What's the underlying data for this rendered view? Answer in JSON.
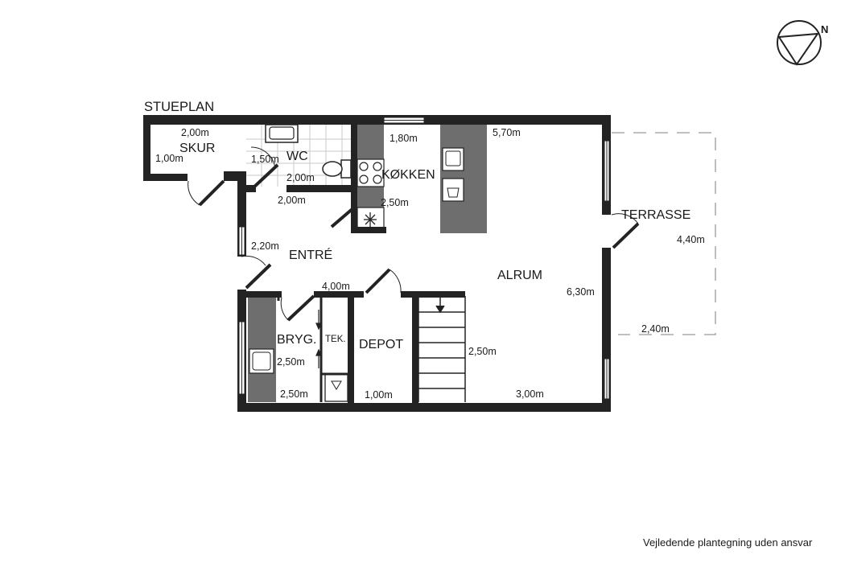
{
  "plan_title": "STUEPLAN",
  "disclaimer": "Vejledende plantegning uden ansvar",
  "compass_label": "N",
  "colors": {
    "wall": "#232323",
    "counter": "#6e6e6e",
    "tile_line": "#c8c8c8",
    "window": "#ffffff"
  },
  "rooms": {
    "skur": "SKUR",
    "wc": "WC",
    "kokken": "KØKKEN",
    "entre": "ENTRÉ",
    "alrum": "ALRUM",
    "terrasse": "TERRASSE",
    "bryg": "BRYG.",
    "tek": "TEK.",
    "depot": "DEPOT"
  },
  "dimensions": {
    "skur_w": "2,00m",
    "skur_d": "1,00m",
    "wc_w": "2,00m",
    "wc_d": "1,50m",
    "hall_top": "2,00m",
    "kitchen_w": "1,80m",
    "kitchen_d": "2,50m",
    "alrum_top": "5,70m",
    "entre_w": "2,20m",
    "entre_mid": "4,00m",
    "alrum_d": "6,30m",
    "terrasse_d": "4,40m",
    "terrasse_w": "2,40m",
    "bryg_d": "2,50m",
    "bryg_w": "2,50m",
    "depot_w": "1,00m",
    "stair_d": "2,50m",
    "bottom_w": "3,00m"
  }
}
